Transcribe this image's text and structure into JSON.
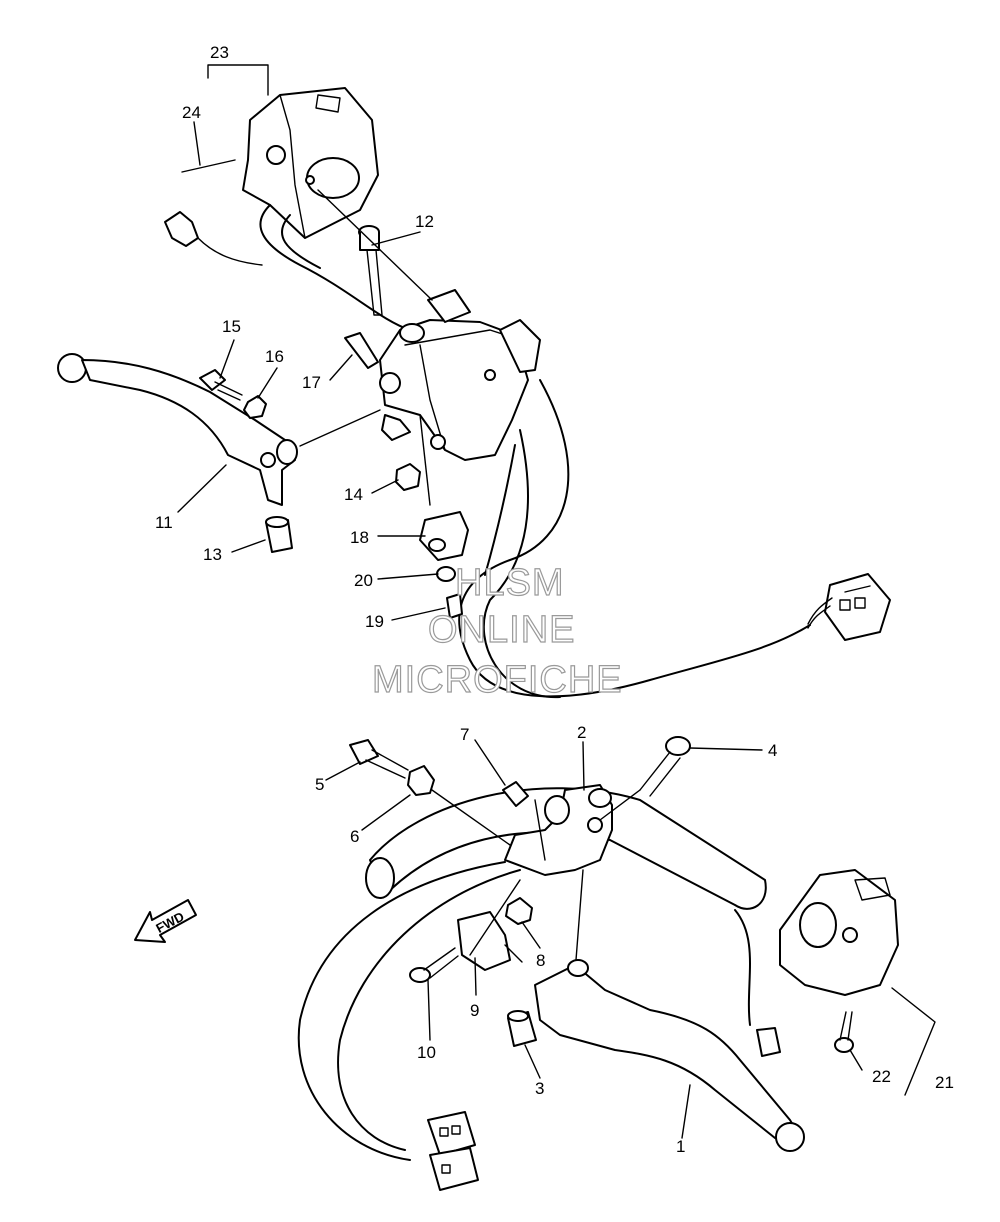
{
  "watermark": {
    "line1": "HLSM",
    "line2": "ONLINE",
    "line3": "MICROFICHE"
  },
  "direction_arrow": "FWD",
  "callouts": [
    {
      "id": "c1",
      "text": "1"
    },
    {
      "id": "c2",
      "text": "2"
    },
    {
      "id": "c3",
      "text": "3"
    },
    {
      "id": "c4",
      "text": "4"
    },
    {
      "id": "c5",
      "text": "5"
    },
    {
      "id": "c6",
      "text": "6"
    },
    {
      "id": "c7",
      "text": "7"
    },
    {
      "id": "c8",
      "text": "8"
    },
    {
      "id": "c9",
      "text": "9"
    },
    {
      "id": "c10",
      "text": "10"
    },
    {
      "id": "c11",
      "text": "11"
    },
    {
      "id": "c12",
      "text": "12"
    },
    {
      "id": "c13",
      "text": "13"
    },
    {
      "id": "c14",
      "text": "14"
    },
    {
      "id": "c15",
      "text": "15"
    },
    {
      "id": "c16",
      "text": "16"
    },
    {
      "id": "c17",
      "text": "17"
    },
    {
      "id": "c18",
      "text": "18"
    },
    {
      "id": "c19",
      "text": "19"
    },
    {
      "id": "c20",
      "text": "20"
    },
    {
      "id": "c21",
      "text": "21"
    },
    {
      "id": "c22",
      "text": "22"
    },
    {
      "id": "c23",
      "text": "23"
    },
    {
      "id": "c24",
      "text": "24"
    }
  ]
}
